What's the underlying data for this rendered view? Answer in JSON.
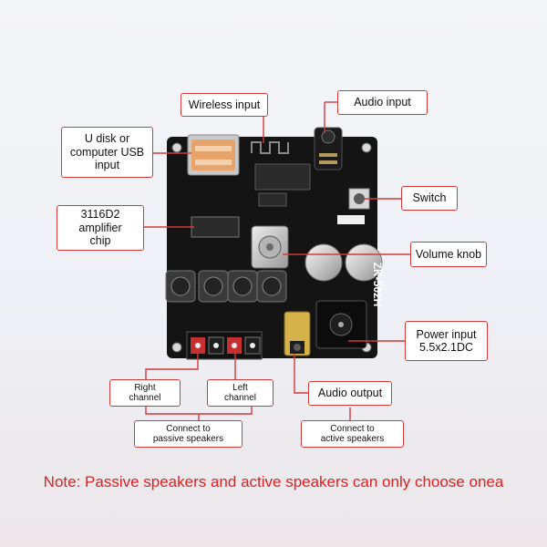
{
  "board": {
    "model_label": "ZK-502H",
    "colors": {
      "board": "#141414",
      "accent": "#d23a3a",
      "note": "#e02020"
    }
  },
  "callouts": {
    "wireless_input": "Wireless input",
    "audio_input": "Audio input",
    "usb_input_lines": [
      "U disk or",
      "computer USB",
      "input"
    ],
    "switch": "Switch",
    "amp_chip_lines": [
      "3116D2",
      "amplifier",
      "chip"
    ],
    "volume_knob": "Volume knob",
    "power_input_lines": [
      "Power input",
      "5.5x2.1DC"
    ],
    "right_channel_lines": [
      "Right",
      "channel"
    ],
    "left_channel_lines": [
      "Left",
      "channel"
    ],
    "audio_output": "Audio output",
    "passive_lines": [
      "Connect to",
      "passive speakers"
    ],
    "active_lines": [
      "Connect to",
      "active speakers"
    ]
  },
  "note": "Note: Passive speakers and active speakers can only choose onea"
}
